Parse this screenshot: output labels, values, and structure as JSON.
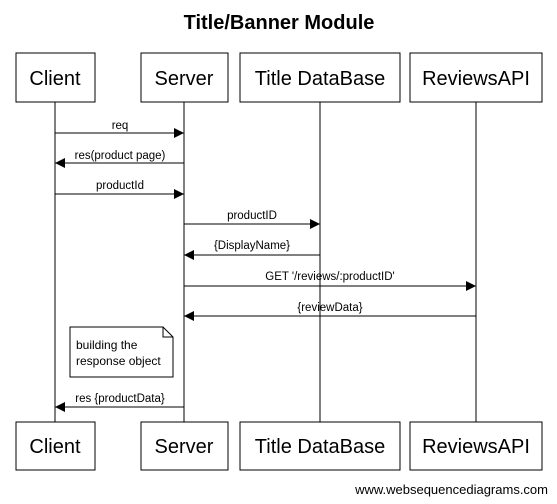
{
  "title": "Title/Banner Module",
  "participants": [
    {
      "id": "client",
      "label": "Client"
    },
    {
      "id": "server",
      "label": "Server"
    },
    {
      "id": "titledb",
      "label": "Title DataBase"
    },
    {
      "id": "reviews",
      "label": "ReviewsAPI"
    }
  ],
  "messages": [
    {
      "label": "req"
    },
    {
      "label": "res(product page)"
    },
    {
      "label": "productId"
    },
    {
      "label": "productID"
    },
    {
      "label": "{DisplayName}"
    },
    {
      "label": "GET '/reviews/:productID'"
    },
    {
      "label": "{reviewData}"
    },
    {
      "label": "res {productData}"
    }
  ],
  "note": {
    "lines": [
      "building the",
      "response object"
    ]
  },
  "watermark": "www.websequencediagrams.com"
}
